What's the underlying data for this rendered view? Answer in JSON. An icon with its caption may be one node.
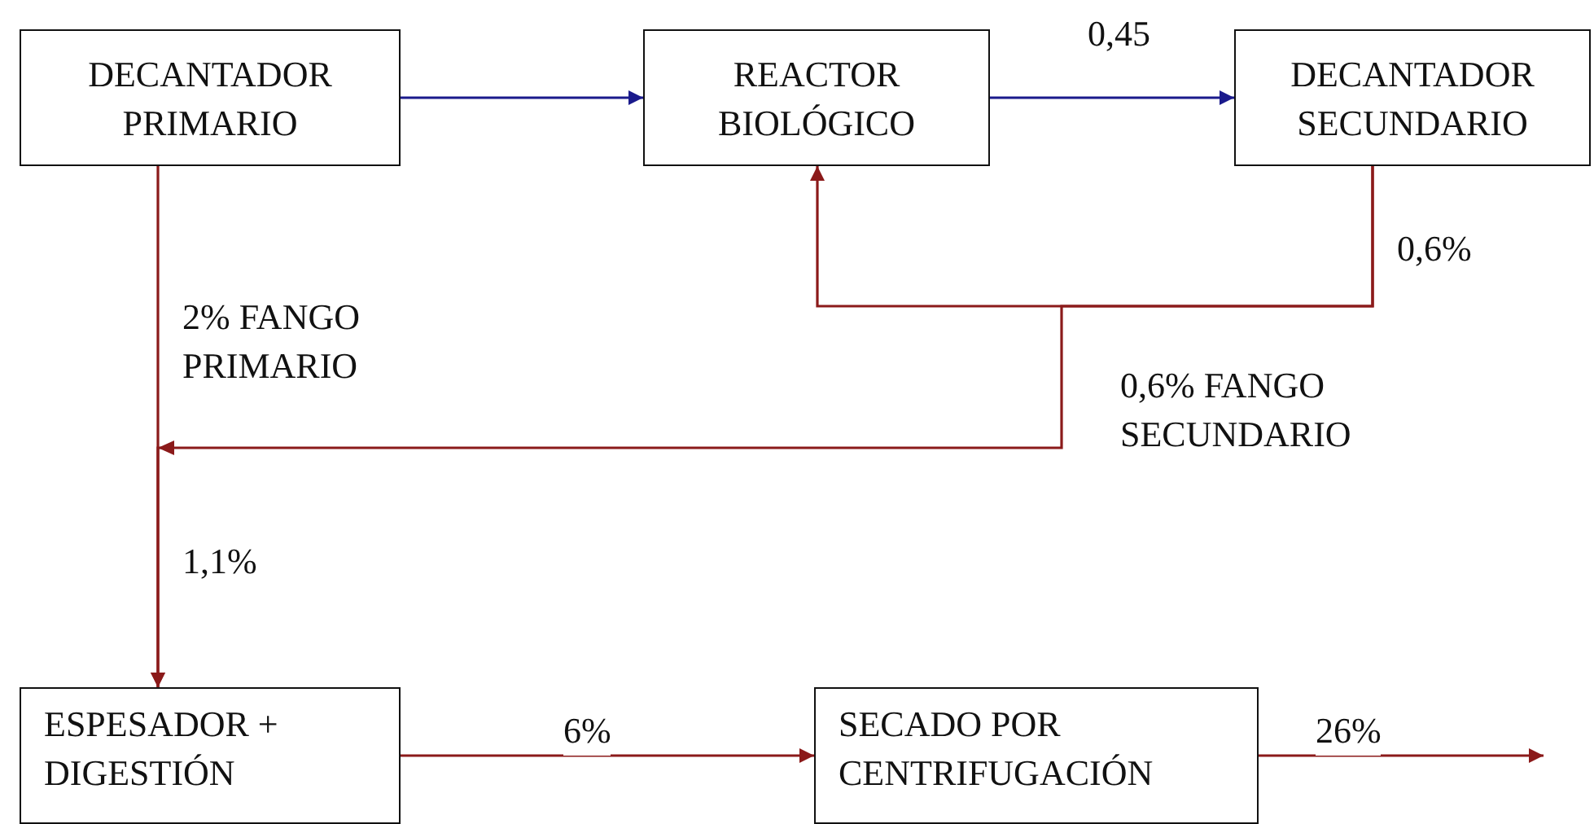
{
  "diagram": {
    "nodes": [
      {
        "text": [
          "DECANTADOR PRIMARIO"
        ]
      },
      {
        "text": [
          "REACTOR BIOLÓGICO"
        ]
      },
      {
        "text": [
          "DECANTADOR SECUNDARIO"
        ]
      },
      {
        "text": [
          "ESPESADOR + DIGESTIÓN"
        ]
      },
      {
        "text": [
          "SECADO POR CENTRIFUGACIÓN"
        ]
      }
    ],
    "edges": [
      {
        "from": 0,
        "to": 1,
        "arrow": "to",
        "color": "#1a1a8c"
      },
      {
        "from": 1,
        "to": 2,
        "arrow": "to",
        "color": "#1a1a8c",
        "label": "0,45"
      },
      {
        "from": 2,
        "to": 1,
        "arrow": "to",
        "label": "0,6%"
      },
      {
        "from": 2,
        "to": 3,
        "arrow": "to",
        "label": "0,6% FANGO SECUNDARIO"
      },
      {
        "from": 0,
        "to": 3,
        "arrow": "to",
        "label": "2% FANGO PRIMARIO"
      },
      {
        "from": 3,
        "to": 4,
        "arrow": "to",
        "label": "6%"
      },
      {
        "from": 4,
        "to": null,
        "arrow": "to",
        "label": "26%"
      }
    ],
    "labels": [
      "1,1%"
    ]
  }
}
